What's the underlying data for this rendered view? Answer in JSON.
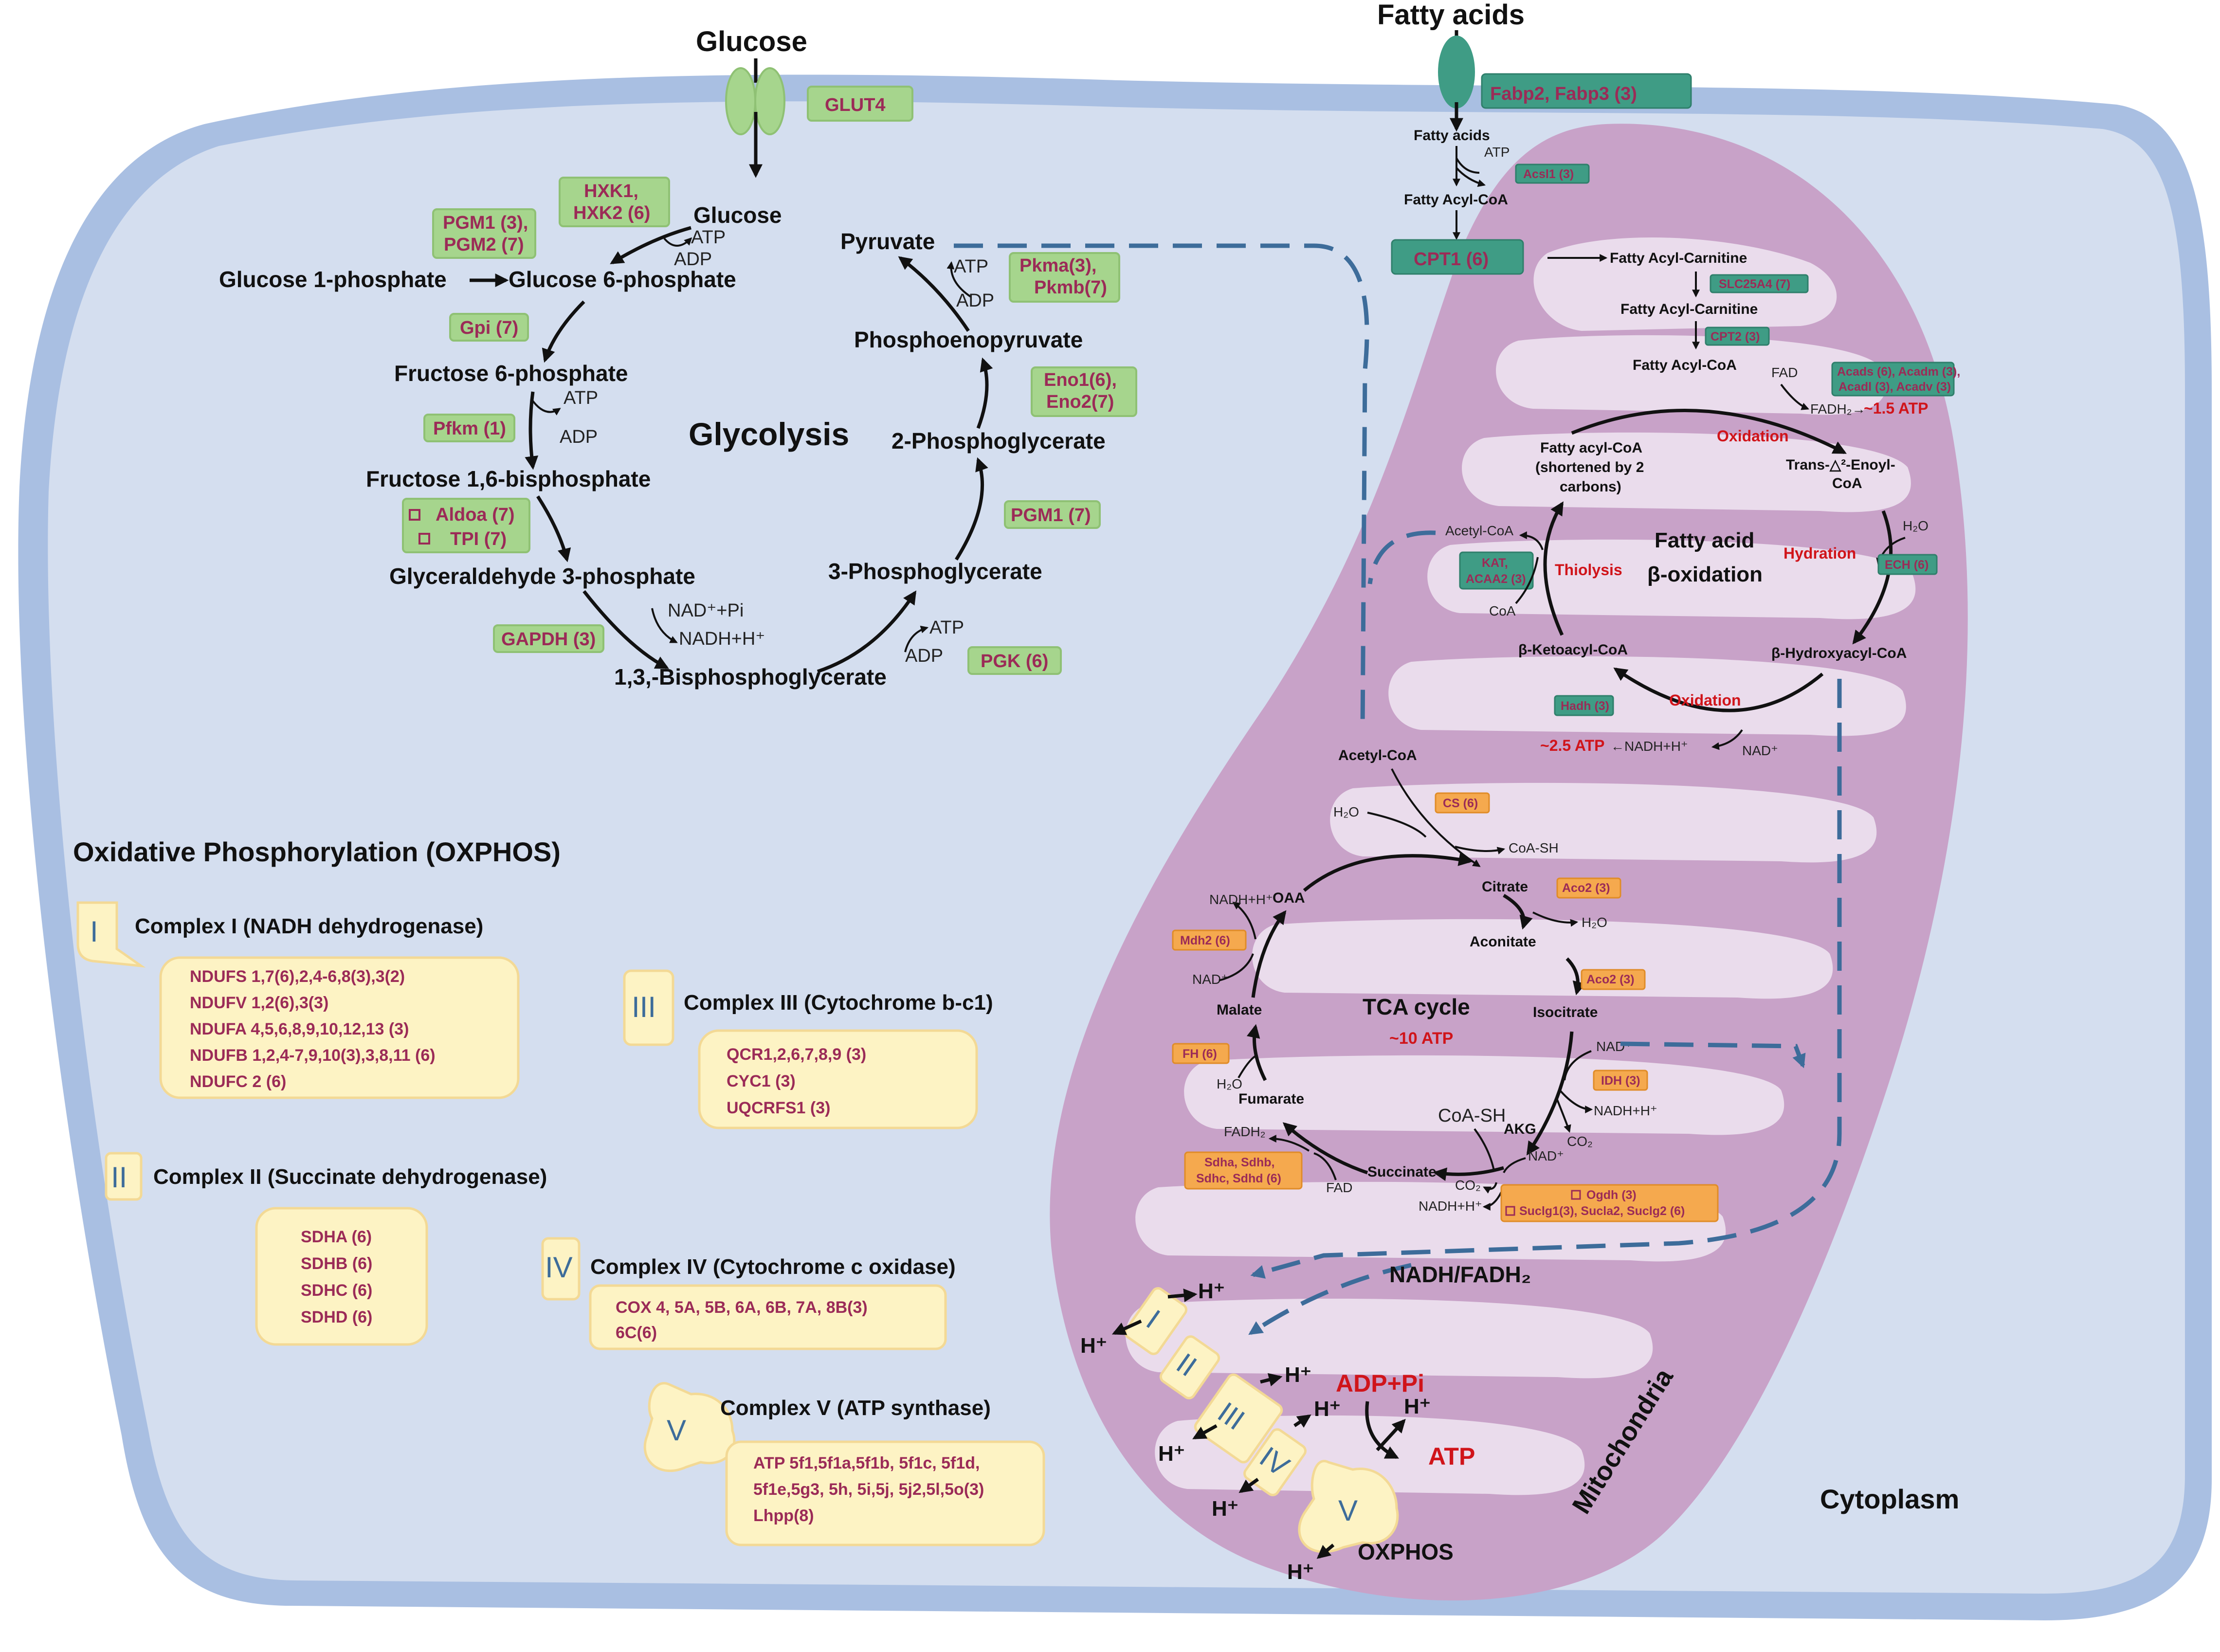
{
  "transport": {
    "glucose": "Glucose",
    "glut4": "GLUT4",
    "fatty_acids": "Fatty acids",
    "fabp": "Fabp2, Fabp3 (3)"
  },
  "glycolysis": {
    "title": "Glycolysis",
    "metabolites": {
      "glucose": "Glucose",
      "g1p": "Glucose 1-phosphate",
      "g6p": "Glucose 6-phosphate",
      "f6p": "Fructose 6-phosphate",
      "f16bp": "Fructose 1,6-bisphosphate",
      "g3p": "Glyceraldehyde 3-phosphate",
      "bpg": "1,3,-Bisphosphoglycerate",
      "pg3": "3-Phosphoglycerate",
      "pg2": "2-Phosphoglycerate",
      "pep": "Phosphoenopyruvate",
      "pyruvate": "Pyruvate"
    },
    "cofactors": {
      "atp": "ATP",
      "adp": "ADP",
      "nad_pi": "NAD⁺+Pi",
      "nadh": "NADH+H⁺"
    },
    "enzymes": {
      "hxk_1": "HXK1,",
      "hxk_2": "HXK2 (6)",
      "pgm_1": "PGM1 (3),",
      "pgm_2": "PGM2 (7)",
      "gpi": "Gpi (7)",
      "pfkm": "Pfkm (1)",
      "aldoa": "Aldoa (7)",
      "tpi": "TPI (7)",
      "gapdh": "GAPDH (3)",
      "pgk": "PGK (6)",
      "pgm1": "PGM1 (7)",
      "eno_1": "Eno1(6),",
      "eno_2": "Eno2(7)",
      "pk_1": "Pkma(3),",
      "pk_2": "Pkmb(7)"
    }
  },
  "fao": {
    "title_1": "Fatty acid",
    "title_2": "β-oxidation",
    "fatty_acids": "Fatty acids",
    "atp": "ATP",
    "acsl1": "Acsl1 (3)",
    "fatty_acyl_coa": "Fatty Acyl-CoA",
    "cpt1": "CPT1 (6)",
    "acyl_carnitine_1": "Fatty Acyl-Carnitine",
    "slc25a4": "SLC25A4 (7)",
    "acyl_carnitine_2": "Fatty Acyl-Carnitine",
    "cpt2": "CPT2 (3)",
    "acyl_coa_2": "Fatty Acyl-CoA",
    "fad": "FAD",
    "acad_1": "Acads (6), Acadm (3),",
    "acad_2": "Acadl (3), Acadv (3)",
    "fadh2": "FADH₂→",
    "atp_15": "~1.5 ATP",
    "oxidation_1": "Oxidation",
    "trans_1": "Trans-△²-Enoyl-",
    "trans_2": "CoA",
    "h2o": "H₂O",
    "hydration": "Hydration",
    "ech": "ECH (6)",
    "hydroxyacyl": "β-Hydroxyacyl-CoA",
    "oxidation_2": "Oxidation",
    "hadh": "Hadh (3)",
    "atp_25": "~2.5 ATP",
    "nadh": "←NADH+H⁺",
    "nad": "NAD⁺",
    "ketoacyl": "β-Ketoacyl-CoA",
    "thiolysis": "Thiolysis",
    "kat_1": "KAT,",
    "kat_2": "ACAA2 (3)",
    "coa": "CoA",
    "acetyl_coa": "Acetyl-CoA",
    "shortened_1": "Fatty acyl-CoA",
    "shortened_2": "(shortened by 2",
    "shortened_3": "carbons)"
  },
  "tca": {
    "title": "TCA cycle",
    "atp": "~10 ATP",
    "acetyl_coa": "Acetyl-CoA",
    "h2o_a": "H₂O",
    "cs": "CS (6)",
    "coa_sh_a": "CoA-SH",
    "citrate": "Citrate",
    "aco2_a": "Aco2 (3)",
    "h2o_b": "H₂O",
    "aconitate": "Aconitate",
    "aco2_b": "Aco2 (3)",
    "isocitrate": "Isocitrate",
    "nad_a": "NAD⁺",
    "idh": "IDH (3)",
    "nadh_a": "NADH+H⁺",
    "co2_a": "CO₂",
    "akg": "AKG",
    "coa_sh_b": "CoA-SH",
    "nad_b": "NAD⁺",
    "co2_b": "CO₂",
    "nadh_b": "NADH+H⁺",
    "ogdh": "Ogdh (3)",
    "sucl": "Suclg1(3), Sucla2, Suclg2 (6)",
    "succinate": "Succinate",
    "fad": "FAD",
    "fadh2": "FADH₂",
    "sdh_1": "Sdha, Sdhb,",
    "sdh_2": "Sdhc, Sdhd (6)",
    "fumarate": "Fumarate",
    "h2o_c": "H₂O",
    "fh": "FH (6)",
    "malate": "Malate",
    "nad_c": "NAD⁺",
    "mdh2": "Mdh2 (6)",
    "nadh_c": "NADH+H⁺",
    "oaa": "OAA"
  },
  "etc": {
    "nadh_fadh2": "NADH/FADH₂",
    "hplus": "H⁺",
    "adp_pi": "ADP+Pi",
    "atp": "ATP",
    "oxphos": "OXPHOS",
    "numerals": [
      "I",
      "II",
      "III",
      "IV",
      "V"
    ]
  },
  "oxphos": {
    "title": "Oxidative Phosphorylation (OXPHOS)",
    "complex1": {
      "numeral": "I",
      "name": "Complex I (NADH dehydrogenase)",
      "genes": [
        "NDUFS 1,7(6),2,4-6,8(3),3(2)",
        "NDUFV 1,2(6),3(3)",
        "NDUFA 4,5,6,8,9,10,12,13 (3)",
        "NDUFB 1,2,4-7,9,10(3),3,8,11 (6)",
        "NDUFC 2 (6)"
      ]
    },
    "complex2": {
      "numeral": "II",
      "name": "Complex II (Succinate dehydrogenase)",
      "genes": [
        "SDHA (6)",
        "SDHB (6)",
        "SDHC (6)",
        "SDHD (6)"
      ]
    },
    "complex3": {
      "numeral": "III",
      "name": "Complex III (Cytochrome b-c1)",
      "genes": [
        "QCR1,2,6,7,8,9 (3)",
        "CYC1 (3)",
        "UQCRFS1 (3)"
      ]
    },
    "complex4": {
      "numeral": "IV",
      "name": "Complex IV (Cytochrome c oxidase)",
      "genes": [
        "COX 4, 5A, 5B, 6A, 6B, 7A, 8B(3)",
        "6C(6)"
      ]
    },
    "complex5": {
      "numeral": "V",
      "name": "Complex V (ATP synthase)",
      "genes": [
        "ATP 5f1,5f1a,5f1b, 5f1c, 5f1d,",
        "5f1e,5g3, 5h, 5i,5j, 5j2,5l,5o(3)",
        "Lhpp(8)"
      ]
    }
  },
  "labels": {
    "mitochondria": "Mitochondria",
    "cytoplasm": "Cytoplasm"
  },
  "colors": {
    "membrane": "#a9bfe2",
    "cytoplasm": "#d4deef",
    "mitochondria": "#c8a2c8",
    "cristae": "#eadcec",
    "glycolysis_enzyme": "#a6d58d",
    "fao_enzyme": "#3f9c85",
    "tca_enzyme": "#f5a94e",
    "oxphos_box": "#fdf3c4",
    "enzyme_text": "#9b2b57",
    "atp_red": "#d0141a",
    "flow_dash": "#3d6c9a"
  }
}
